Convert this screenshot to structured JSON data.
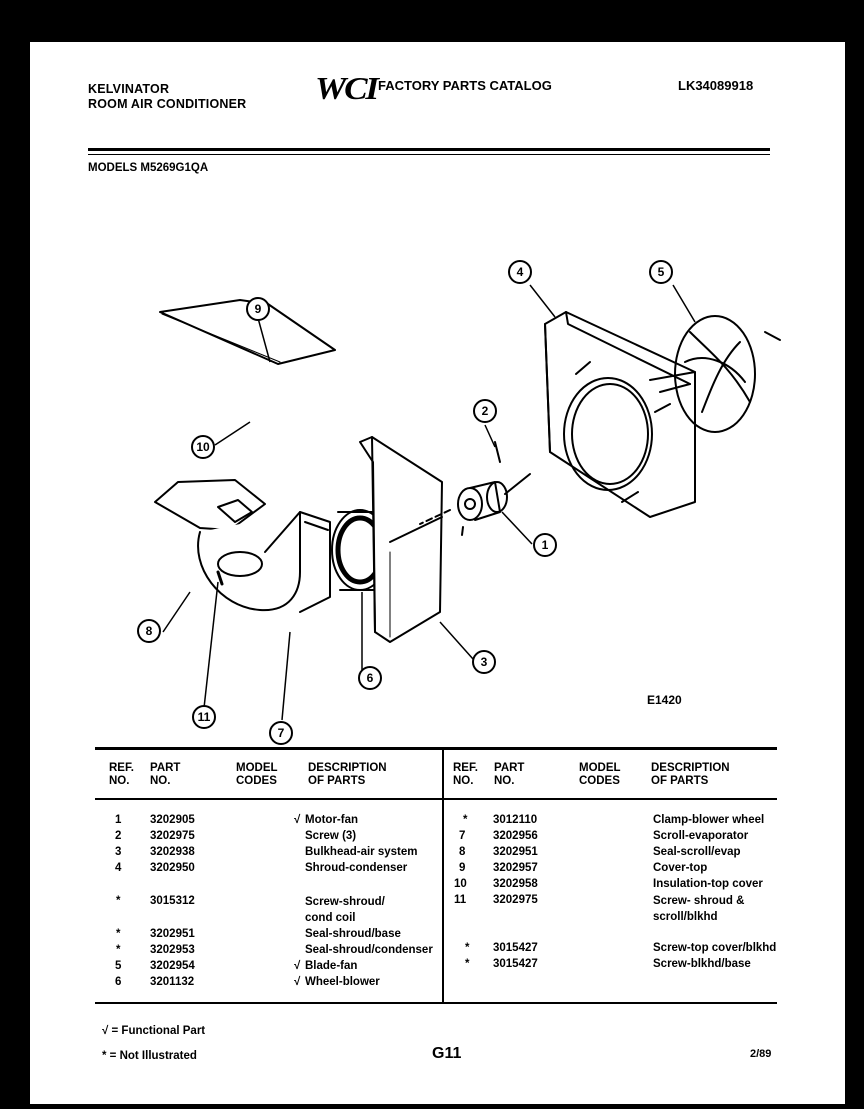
{
  "header": {
    "brand_line1": "KELVINATOR",
    "brand_line2": "ROOM AIR CONDITIONER",
    "logo": "WCI",
    "catalog_title": "FACTORY PARTS CATALOG",
    "catalog_code": "LK34089918"
  },
  "models_line": "MODELS M5269G1QA",
  "diagram": {
    "callouts": [
      "1",
      "2",
      "3",
      "4",
      "5",
      "6",
      "7",
      "8",
      "9",
      "10",
      "11"
    ],
    "figure_code": "E1420"
  },
  "table": {
    "left_headers": {
      "ref": "REF.\nNO.",
      "part": "PART\nNO.",
      "model": "MODEL\nCODES",
      "desc": "DESCRIPTION\nOF PARTS"
    },
    "right_headers": {
      "ref": "REF.\nNO.",
      "part": "PART\nNO.",
      "model": "MODEL\nCODES",
      "desc": "DESCRIPTION\nOF PARTS"
    },
    "left_rows": [
      {
        "ref": "1",
        "part": "3202905",
        "mark": "√",
        "desc": "Motor-fan"
      },
      {
        "ref": "2",
        "part": "3202975",
        "mark": "",
        "desc": "Screw (3)"
      },
      {
        "ref": "3",
        "part": "3202938",
        "mark": "",
        "desc": "Bulkhead-air system"
      },
      {
        "ref": "4",
        "part": "3202950",
        "mark": "",
        "desc": "Shroud-condenser"
      },
      {
        "ref": "*",
        "part": "3015312",
        "mark": "",
        "desc": "Screw-shroud/\ncond coil"
      },
      {
        "ref": "*",
        "part": "3202951",
        "mark": "",
        "desc": "Seal-shroud/base"
      },
      {
        "ref": "*",
        "part": "3202953",
        "mark": "",
        "desc": "Seal-shroud/condenser"
      },
      {
        "ref": "5",
        "part": "3202954",
        "mark": "√",
        "desc": "Blade-fan"
      },
      {
        "ref": "6",
        "part": "3201132",
        "mark": "√",
        "desc": "Wheel-blower"
      }
    ],
    "right_rows": [
      {
        "ref": "*",
        "part": "3012110",
        "desc": "Clamp-blower wheel"
      },
      {
        "ref": "7",
        "part": "3202956",
        "desc": "Scroll-evaporator"
      },
      {
        "ref": "8",
        "part": "3202951",
        "desc": "Seal-scroll/evap"
      },
      {
        "ref": "9",
        "part": "3202957",
        "desc": "Cover-top"
      },
      {
        "ref": "10",
        "part": "3202958",
        "desc": "Insulation-top cover"
      },
      {
        "ref": "11",
        "part": "3202975",
        "desc": "Screw- shroud &\nscroll/blkhd"
      },
      {
        "ref": "*",
        "part": "3015427",
        "desc": "Screw-top cover/blkhd"
      },
      {
        "ref": "*",
        "part": "3015427",
        "desc": "Screw-blkhd/base"
      }
    ]
  },
  "footer": {
    "legend_functional": "√ = Functional Part",
    "legend_not_illustrated": "* = Not Illustrated",
    "page_code": "G11",
    "date": "2/89"
  }
}
